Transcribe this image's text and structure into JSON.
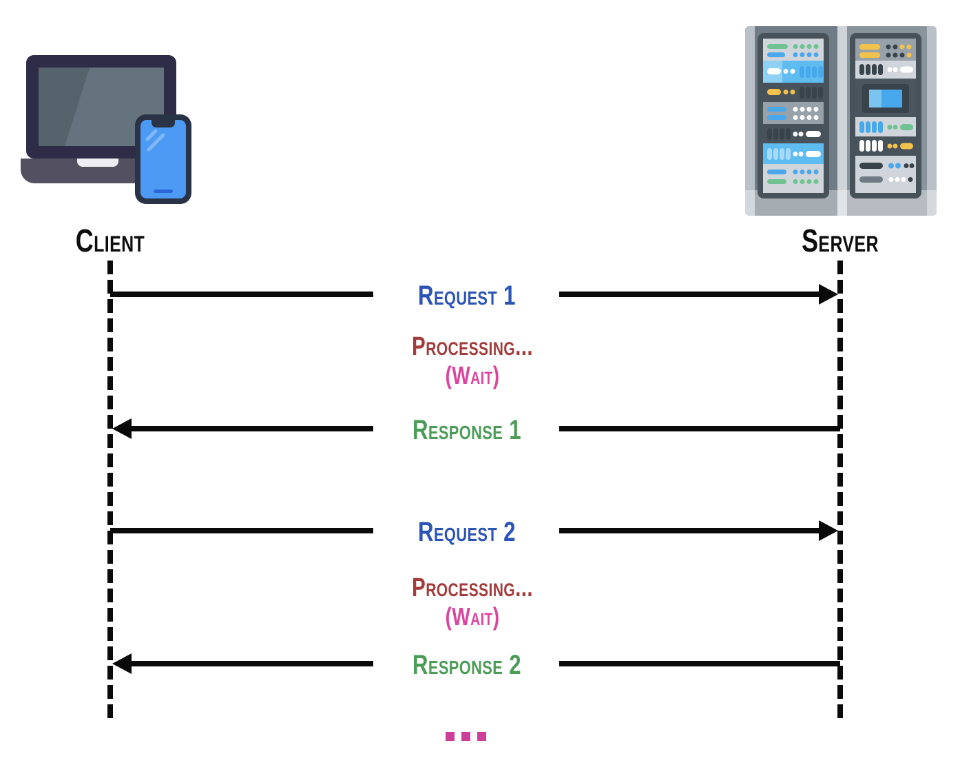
{
  "actors": {
    "client": {
      "label": "Client",
      "icon": "laptop-and-smartphone-icon"
    },
    "server": {
      "label": "Server",
      "icon": "server-rack-icon"
    }
  },
  "messages": {
    "request1": "Request 1",
    "processing1": "Processing...",
    "wait1": "(Wait)",
    "response1": "Response 1",
    "request2": "Request 2",
    "processing2": "Processing...",
    "wait2": "(Wait)",
    "response2": "Response 2",
    "continuation": "..."
  },
  "colors": {
    "request_label": "#2b54b6",
    "processing_label": "#a23b3b",
    "wait_label": "#dc459d",
    "response_label": "#4c9c58",
    "continuation_dots": "#cb3f9a",
    "arrows_and_lifelines": "#0a0a0a"
  }
}
